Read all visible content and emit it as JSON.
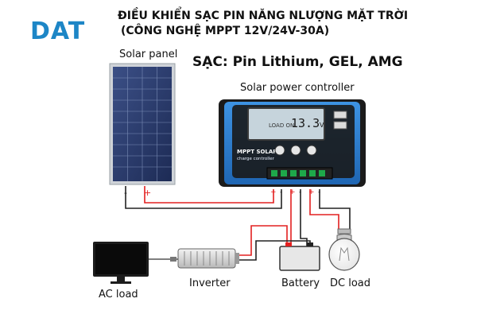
{
  "brand": {
    "logo_text": "DAT"
  },
  "header": {
    "title_line1": "ĐIỀU KHIỂN SẠC PIN NĂNG NLƯỢNG MẶT TRỜI",
    "title_line2": "(CÔNG NGHỆ MPPT 12V/24V-30A)"
  },
  "charge_types": "SẠC: Pin Lithium, GEL, AMG",
  "components": {
    "solar_panel": "Solar panel",
    "controller": "Solar power controller",
    "ac_load": "AC load",
    "inverter": "Inverter",
    "battery": "Battery",
    "dc_load": "DC load"
  },
  "controller_face": {
    "brand_line1": "MPPT SOLAR",
    "brand_line2": "charge controller",
    "display_value": "13.3",
    "display_unit": "V",
    "display_mode": "LOAD ON"
  },
  "polarity": {
    "plus": "+",
    "minus": "-"
  },
  "colors": {
    "brand_blue": "#1d86c6",
    "controller_blue": "#2a7fd4",
    "wire_positive": "#e32020",
    "wire_negative": "#222222"
  }
}
